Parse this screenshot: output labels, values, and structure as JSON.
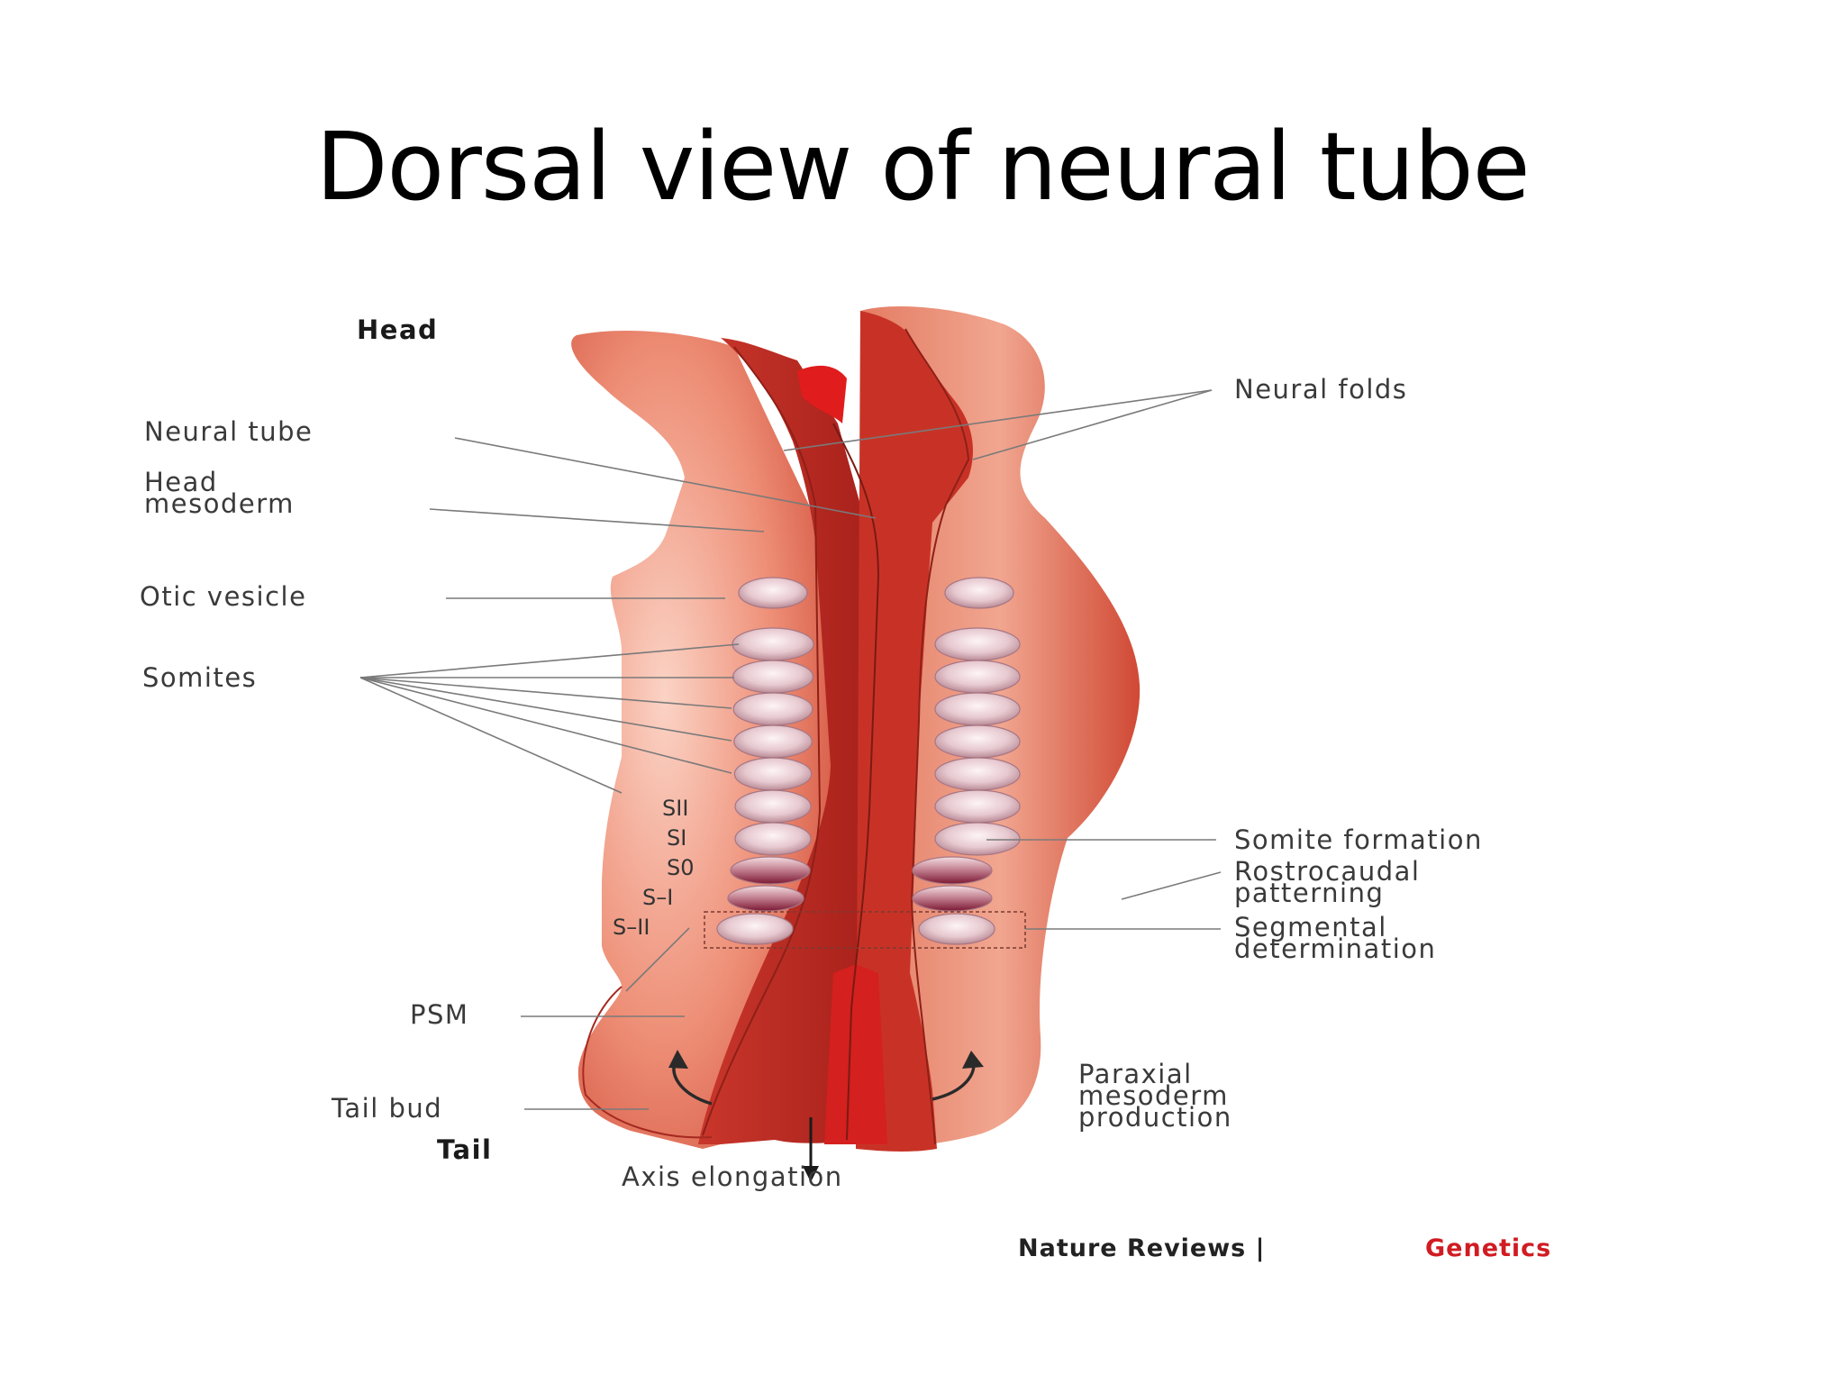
{
  "title": "Dorsal view of neural tube",
  "labels": {
    "head": "Head",
    "tail": "Tail",
    "neural_tube": "Neural tube",
    "head_mesoderm_1": "Head",
    "head_mesoderm_2": "mesoderm",
    "otic_vesicle": "Otic vesicle",
    "somites": "Somites",
    "psm": "PSM",
    "tail_bud": "Tail bud",
    "neural_folds": "Neural folds",
    "somite_formation": "Somite formation",
    "rostrocaudal_1": "Rostrocaudal",
    "rostrocaudal_2": "patterning",
    "segmental_1": "Segmental",
    "segmental_2": "determination",
    "paraxial_1": "Paraxial",
    "paraxial_2": "mesoderm",
    "paraxial_3": "production",
    "axis_elongation": "Axis elongation",
    "sii": "SII",
    "si": "SI",
    "s0": "S0",
    "s_minus_i": "S–I",
    "s_minus_ii": "S–II"
  },
  "credit": {
    "journal": "Nature Reviews |",
    "section": "Genetics"
  },
  "colors": {
    "tissue_light": "#f2a48f",
    "tissue_mid": "#d9533f",
    "tissue_dark": "#b8271f",
    "neural_tube": "#c42a24",
    "somite": "#ead3d8",
    "somite_dark": "#8e1f3a",
    "credit_accent": "#d01c22"
  }
}
